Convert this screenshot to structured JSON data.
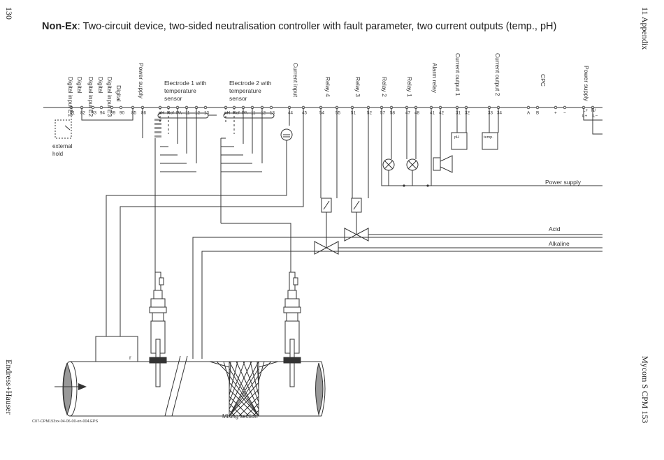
{
  "page": {
    "number": "130",
    "chapter": "11 Appendix",
    "publisher": "Endress+Hauser",
    "product": "Mycom S CPM 153"
  },
  "title": {
    "bold": "Non-Ex",
    "rest": ": Two-circuit device, two-sided neutralisation controller with fault parameter, two current outputs (temp., pH)"
  },
  "labels": {
    "digital_inputs": [
      "Digital input E1",
      "Digital input E2",
      "Digital input E3"
    ],
    "power_supply": "Power supply",
    "electrode1": [
      "Electrode 1 with",
      "temperature",
      "sensor"
    ],
    "electrode2": [
      "Electrode 2 with",
      "temperature",
      "sensor"
    ],
    "current_input": "Current input",
    "relay4": "Relay 4",
    "relay3": "Relay 3",
    "relay2": "Relay 2",
    "relay1": "Relay 1",
    "alarm_relay": "Alarm relay",
    "current_output1": "Current output 1",
    "current_output2": "Current output 2",
    "cpc": "CPC",
    "power_supply_right": "Power supply",
    "external_hold": [
      "external",
      "hold"
    ],
    "power_supply_line": "Power supply",
    "acid": "Acid",
    "alkaline": "Alkaline",
    "mixing_section": "Mixing section",
    "file_ref": "C07-CPM153xx-04-06-00-en-004.EPS",
    "ph_box": "pH",
    "temp_box": "temp."
  },
  "terminals": [
    "81",
    "82",
    "93",
    "94",
    "89",
    "90",
    "85",
    "86",
    "pH",
    "Ref",
    "PA",
    "11",
    "12",
    "13",
    "pH",
    "Ref",
    "PA",
    "11",
    "12",
    "13",
    "44",
    "45",
    "54",
    "55",
    "51",
    "52",
    "57",
    "58",
    "47",
    "48",
    "41",
    "42",
    "31",
    "32",
    "33",
    "34",
    "A",
    "B",
    "+",
    "−",
    "L+",
    "N/",
    "L−"
  ]
}
